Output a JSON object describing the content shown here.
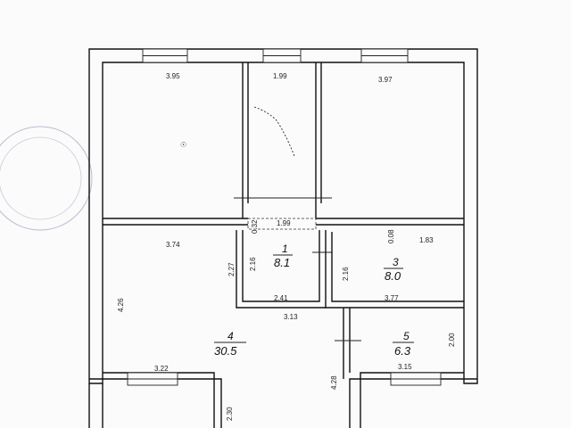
{
  "rooms": [
    {
      "number": "1",
      "area": "8.1"
    },
    {
      "number": "3",
      "area": "8.0"
    },
    {
      "number": "4",
      "area": "30.5"
    },
    {
      "number": "5",
      "area": "6.3"
    }
  ],
  "dimensions": {
    "top_left": "3.95",
    "top_mid": "1.99",
    "top_right": "3.97",
    "passage_width": "1.99",
    "passage_depth": "0.32",
    "room4_top": "3.74",
    "room4_height_left": "4.26",
    "room4_inner_right": "2.27",
    "room4_bottom": "3.22",
    "room4_stair": "2.30",
    "room1_height": "2.16",
    "room1_bottom": "2.41",
    "room1_below": "3.13",
    "room3_height": "2.16",
    "room3_small": "0.08",
    "room3_top": "1.83",
    "room3_bottom": "3.77",
    "room5_height": "2.00",
    "room5_bottom": "3.15",
    "corridor_height": "4.28"
  }
}
